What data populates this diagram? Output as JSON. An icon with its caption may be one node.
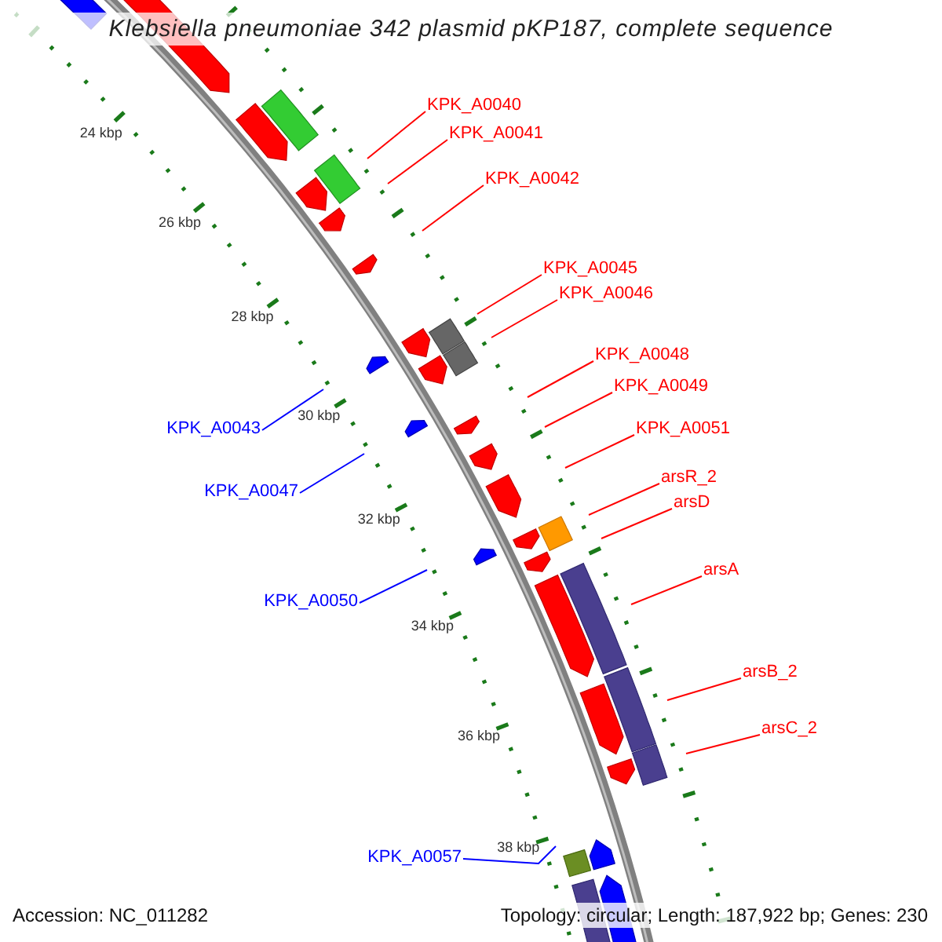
{
  "diagram": {
    "title": "Klebsiella pneumoniae 342 plasmid pKP187, complete sequence",
    "nodes": [
      {
        "text": [
          "KPK_A0040"
        ]
      },
      {
        "text": [
          "KPK_A0041"
        ]
      },
      {
        "text": [
          "KPK_A0042"
        ]
      },
      {
        "text": [
          "KPK_A0045"
        ]
      },
      {
        "text": [
          "KPK_A0046"
        ]
      },
      {
        "text": [
          "KPK_A0048"
        ]
      },
      {
        "text": [
          "KPK_A0049"
        ]
      },
      {
        "text": [
          "KPK_A0043"
        ]
      },
      {
        "text": [
          "KPK_A0051"
        ]
      },
      {
        "text": [
          "arsR_2"
        ]
      },
      {
        "text": [
          "arsD"
        ]
      },
      {
        "text": [
          "KPK_A0047"
        ]
      },
      {
        "text": [
          "arsA"
        ]
      },
      {
        "text": [
          "KPK_A0050"
        ]
      },
      {
        "text": [
          "arsB_2"
        ]
      },
      {
        "text": [
          "arsC_2"
        ]
      },
      {
        "text": [
          "KPK_A0057"
        ]
      }
    ],
    "edges": [
      {
        "from": 0,
        "to": null,
        "arrow": "none"
      },
      {
        "from": 1,
        "to": null,
        "arrow": "none"
      },
      {
        "from": 2,
        "to": null,
        "arrow": "none"
      },
      {
        "from": 3,
        "to": null,
        "arrow": "none"
      },
      {
        "from": 4,
        "to": null,
        "arrow": "none"
      },
      {
        "from": 5,
        "to": null,
        "arrow": "none"
      },
      {
        "from": 6,
        "to": null,
        "arrow": "none"
      },
      {
        "from": 7,
        "to": null,
        "arrow": "none",
        "color": "#0000ff"
      },
      {
        "from": 8,
        "to": null,
        "arrow": "none"
      },
      {
        "from": 9,
        "to": null,
        "arrow": "none"
      },
      {
        "from": 10,
        "to": null,
        "arrow": "none"
      },
      {
        "from": 11,
        "to": null,
        "arrow": "none",
        "color": "#0000ff"
      },
      {
        "from": 12,
        "to": null,
        "arrow": "none"
      },
      {
        "from": 13,
        "to": null,
        "arrow": "none",
        "color": "#0000ff"
      },
      {
        "from": 14,
        "to": null,
        "arrow": "none"
      },
      {
        "from": 15,
        "to": null,
        "arrow": "none"
      },
      {
        "from": 16,
        "to": null,
        "arrow": "none",
        "color": "#0000ff"
      }
    ],
    "labels": [
      "24 kbp",
      "26 kbp",
      "28 kbp",
      "30 kbp",
      "32 kbp",
      "34 kbp",
      "36 kbp",
      "38 kbp",
      "Accession: NC_011282",
      "Topology: circular; Length: 187,922 bp; Genes: 230"
    ]
  }
}
